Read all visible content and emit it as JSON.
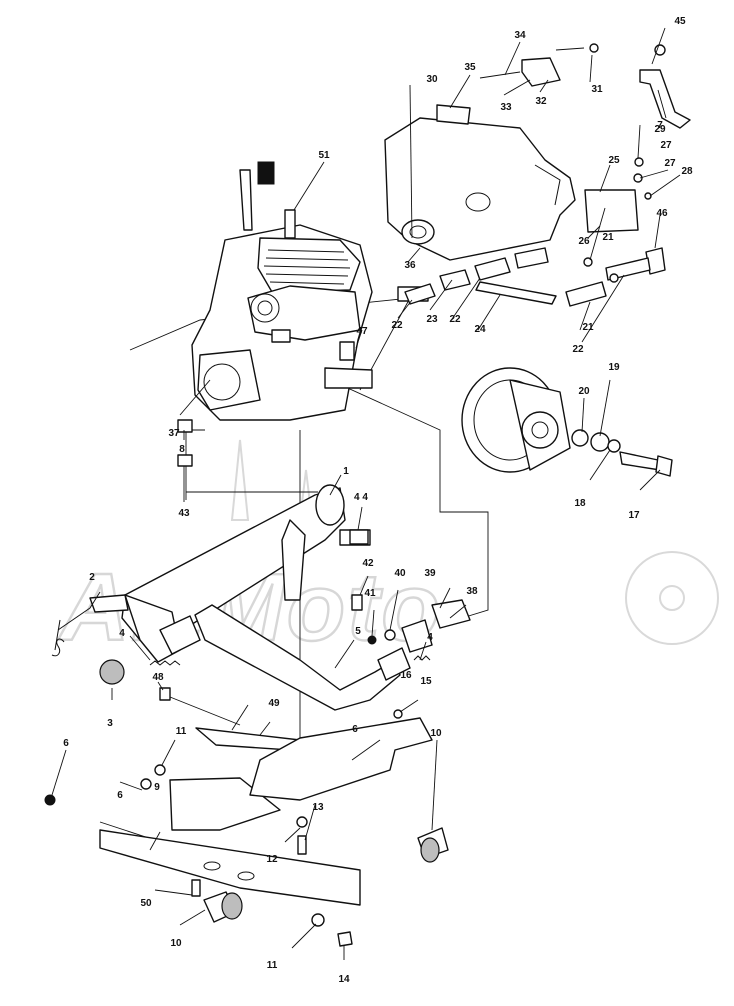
{
  "watermark": {
    "text": "ArtMoto"
  },
  "callouts": [
    {
      "id": "c1",
      "label": "1"
    },
    {
      "id": "c2",
      "label": "2"
    },
    {
      "id": "c3",
      "label": "3"
    },
    {
      "id": "c4a",
      "label": "4"
    },
    {
      "id": "c4b",
      "label": "4"
    },
    {
      "id": "c5",
      "label": "5"
    },
    {
      "id": "c6a",
      "label": "6"
    },
    {
      "id": "c6b",
      "label": "6"
    },
    {
      "id": "c6c",
      "label": "6"
    },
    {
      "id": "c7",
      "label": "7"
    },
    {
      "id": "c8",
      "label": "8"
    },
    {
      "id": "c9",
      "label": "9"
    },
    {
      "id": "c10a",
      "label": "10"
    },
    {
      "id": "c10b",
      "label": "10"
    },
    {
      "id": "c11a",
      "label": "11"
    },
    {
      "id": "c11b",
      "label": "11"
    },
    {
      "id": "c12",
      "label": "12"
    },
    {
      "id": "c13",
      "label": "13"
    },
    {
      "id": "c14",
      "label": "14"
    },
    {
      "id": "c15",
      "label": "15"
    },
    {
      "id": "c16",
      "label": "16"
    },
    {
      "id": "c17",
      "label": "17"
    },
    {
      "id": "c18",
      "label": "18"
    },
    {
      "id": "c19",
      "label": "19"
    },
    {
      "id": "c20",
      "label": "20"
    },
    {
      "id": "c21a",
      "label": "21"
    },
    {
      "id": "c21b",
      "label": "21"
    },
    {
      "id": "c22a",
      "label": "22"
    },
    {
      "id": "c22b",
      "label": "22"
    },
    {
      "id": "c22c",
      "label": "22"
    },
    {
      "id": "c23",
      "label": "23"
    },
    {
      "id": "c24",
      "label": "24"
    },
    {
      "id": "c25",
      "label": "25"
    },
    {
      "id": "c26",
      "label": "26"
    },
    {
      "id": "c27a",
      "label": "27"
    },
    {
      "id": "c27b",
      "label": "27"
    },
    {
      "id": "c28",
      "label": "28"
    },
    {
      "id": "c29",
      "label": "29"
    },
    {
      "id": "c30",
      "label": "30"
    },
    {
      "id": "c31",
      "label": "31"
    },
    {
      "id": "c32",
      "label": "32"
    },
    {
      "id": "c33",
      "label": "33"
    },
    {
      "id": "c34",
      "label": "34"
    },
    {
      "id": "c35",
      "label": "35"
    },
    {
      "id": "c36",
      "label": "36"
    },
    {
      "id": "c37",
      "label": "37"
    },
    {
      "id": "c38",
      "label": "38"
    },
    {
      "id": "c39",
      "label": "39"
    },
    {
      "id": "c40",
      "label": "40"
    },
    {
      "id": "c41",
      "label": "41"
    },
    {
      "id": "c42",
      "label": "42"
    },
    {
      "id": "c43",
      "label": "43"
    },
    {
      "id": "c44",
      "label": "4 4"
    },
    {
      "id": "c45",
      "label": "45"
    },
    {
      "id": "c46",
      "label": "46"
    },
    {
      "id": "c47",
      "label": "47"
    },
    {
      "id": "c48",
      "label": "48"
    },
    {
      "id": "c49",
      "label": "49"
    },
    {
      "id": "c50",
      "label": "50"
    },
    {
      "id": "c51",
      "label": "51"
    }
  ]
}
